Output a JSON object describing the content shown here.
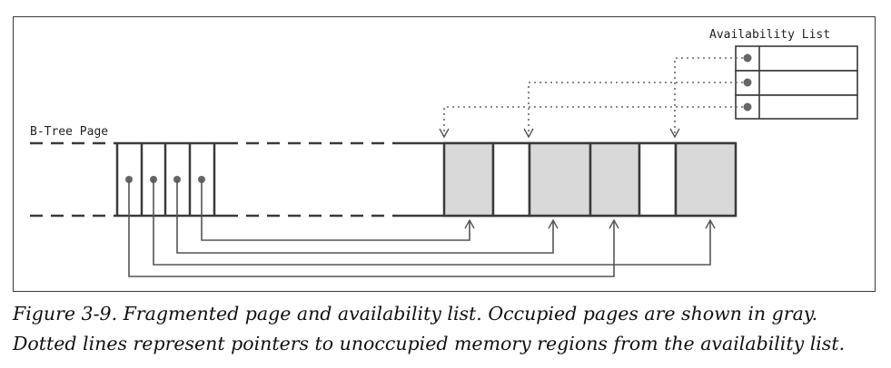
{
  "diagram": {
    "btree_page_label": "B-Tree Page",
    "availability_list_label": "Availability List"
  },
  "caption": {
    "line1": "Figure 3-9. Fragmented page and availability list. Occupied pages are shown in gray.",
    "line2": "Dotted lines represent pointers to unoccupied memory regions from the availability list."
  },
  "colors": {
    "occupied": "#d9d9d9",
    "stroke": "#3a3a3a",
    "pointer": "#555555"
  }
}
